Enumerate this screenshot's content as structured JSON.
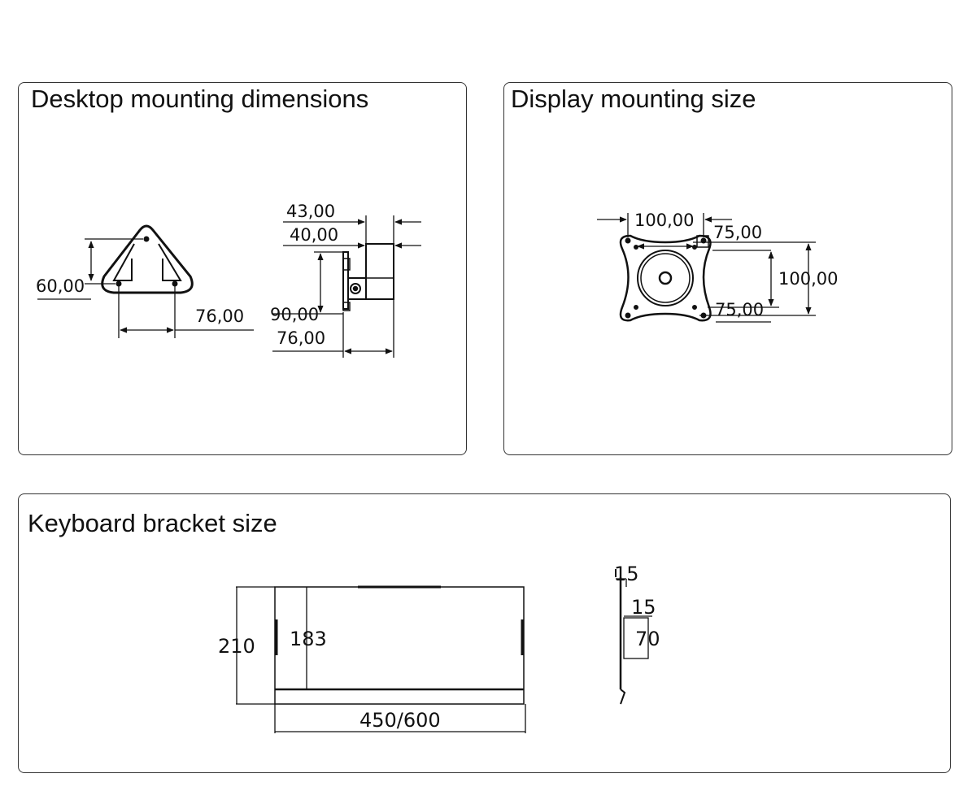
{
  "panels": {
    "desktop": {
      "title": "Desktop mounting dimensions",
      "base": {
        "left_dim": "60,00",
        "bottom_dim": "76,00"
      },
      "clamp": {
        "top_dim_1": "43,00",
        "top_dim_2": "40,00",
        "height_dim": "90,00",
        "depth_dim": "76,00"
      }
    },
    "display": {
      "title": "Display mounting size",
      "vesa": {
        "top_width": "100,00",
        "inner_width": "75,00",
        "right_height": "100,00",
        "inner_height": "75,00"
      }
    },
    "keyboard": {
      "title": "Keyboard bracket size",
      "tray": {
        "total_depth": "210",
        "inner_depth": "183",
        "width": "450/600"
      },
      "profile": {
        "top_dim": "15",
        "mid_dim": "15",
        "height_dim": "70"
      }
    }
  },
  "colors": {
    "line": "#111111",
    "border": "#333333"
  }
}
